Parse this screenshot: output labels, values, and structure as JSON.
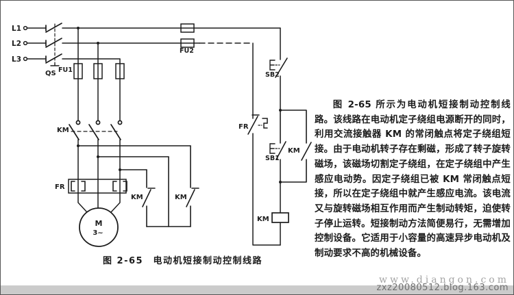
{
  "figure": {
    "caption": "图 2-65　电动机短接制动控制线路",
    "labels": {
      "l1": "L1",
      "l2": "L2",
      "l3": "L3",
      "qs": "QS",
      "fu1": "FU1",
      "fu2": "FU2",
      "km": "KM",
      "fr": "FR",
      "sb1": "SB1",
      "sb2": "SB2",
      "motor_m": "M",
      "motor_phase": "3~"
    }
  },
  "article": {
    "text": "图 2-65 所示为电动机短接制动控制线路。该线路在电动机定子绕组电源断开的同时，利用交流接触器 KM 的常闭触点将定子绕组短接。由于电动机转子存在剩磁，形成了转子旋转磁场，该磁场切割定子绕组，在定子绕组中产生感应电动势。因定子绕组已被 KM 常闭触点短接，所以在定子绕组中就产生感应电流。该电流又与旋转磁场相互作用而产生制动转矩，迫使转子停止运转。短接制动方法简便易行，无需增加控制设备。它适用于小容量的高速异步电动机及制动要求不高的机械设备。"
  },
  "watermark": {
    "line1": "www.diangon.com",
    "line2": "zxz20080512.blog.163.com"
  },
  "colors": {
    "ink": "#1c1c1c",
    "paper": "#ffffff",
    "watermark_bar": "#cbcbcb"
  }
}
